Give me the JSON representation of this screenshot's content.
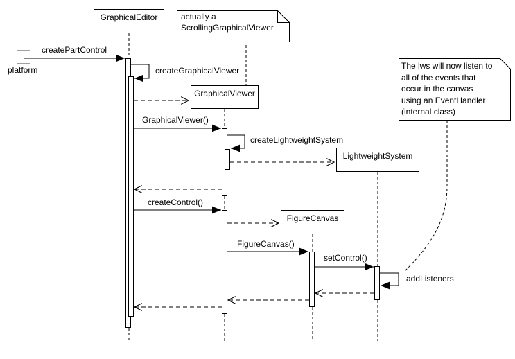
{
  "diagram": {
    "type": "uml-sequence-diagram",
    "colors": {
      "background": "#ffffff",
      "line": "#000000",
      "actor_border": "#a0a0a0"
    },
    "actor": {
      "label": "platform"
    },
    "lifelines": [
      {
        "name": "GraphicalEditor"
      },
      {
        "name": "GraphicalViewer"
      },
      {
        "name": "LightweightSystem"
      },
      {
        "name": "FigureCanvas"
      }
    ],
    "messages": [
      {
        "label": "createPartControl",
        "from": "platform",
        "to": "GraphicalEditor",
        "kind": "sync-call"
      },
      {
        "label": "createGraphicalViewer",
        "from": "GraphicalEditor",
        "to": "GraphicalEditor",
        "kind": "self-call"
      },
      {
        "label": "GraphicalViewer()",
        "from": "GraphicalEditor",
        "to": "GraphicalViewer",
        "kind": "sync-call"
      },
      {
        "label": "createLightweightSystem",
        "from": "GraphicalViewer",
        "to": "GraphicalViewer",
        "kind": "self-call"
      },
      {
        "label": "createControl()",
        "from": "GraphicalEditor",
        "to": "GraphicalViewer",
        "kind": "sync-call"
      },
      {
        "label": "FigureCanvas()",
        "from": "GraphicalViewer",
        "to": "FigureCanvas",
        "kind": "sync-call"
      },
      {
        "label": "setControl()",
        "from": "FigureCanvas",
        "to": "LightweightSystem",
        "kind": "sync-call"
      },
      {
        "label": "addListeners",
        "from": "LightweightSystem",
        "to": "LightweightSystem",
        "kind": "self-call"
      }
    ],
    "notes": [
      {
        "text": "actually a\nScrollingGraphicalViewer",
        "attached_to": "GraphicalViewer"
      },
      {
        "text": "The lws will now listen to\nall of the events that\noccur in the canvas\nusing an EventHandler\n(internal class)",
        "attached_to": "addListeners"
      }
    ]
  }
}
